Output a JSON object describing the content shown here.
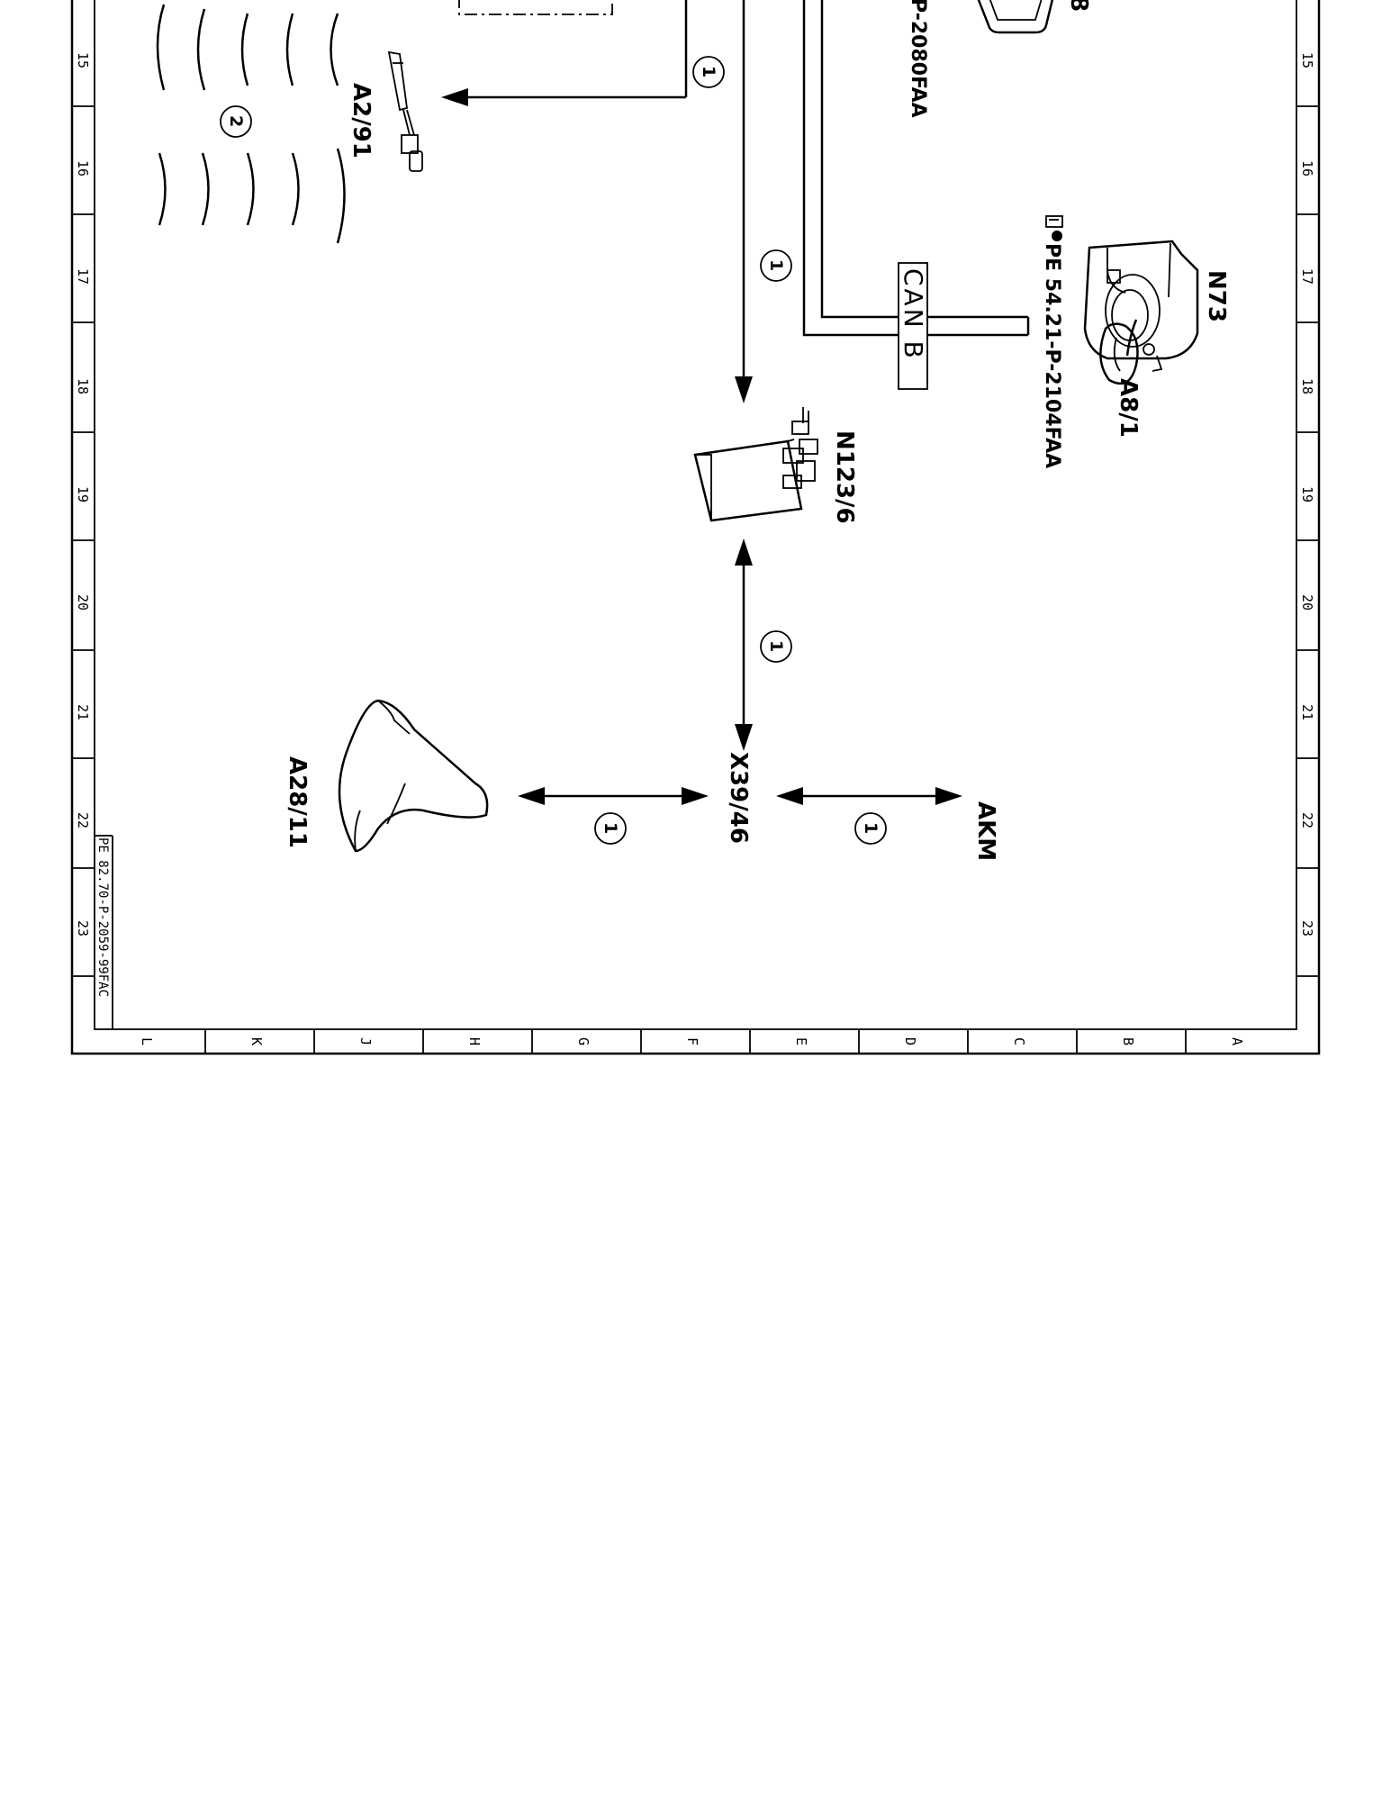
{
  "frame": {
    "row_numbers": [
      "15",
      "16",
      "17",
      "18",
      "19",
      "20",
      "21",
      "22",
      "23"
    ],
    "column_letters": [
      "L",
      "K",
      "J",
      "H",
      "G",
      "F",
      "E",
      "D",
      "C",
      "B",
      "A"
    ],
    "drawing_number": "PE 82.70-P-2059-99FAC"
  },
  "components": {
    "a2_91": "A2/91",
    "n73": "N73",
    "a8_1": "A8/1",
    "n123_6": "N123/6",
    "a28_11": "A28/11",
    "x39_46": "X39/46",
    "akm": "AKM",
    "partial_8": "8"
  },
  "references": {
    "pe_2080": "P-2080FAA",
    "pe_2104": "PE 54.21-P-2104FAA"
  },
  "bus": {
    "label": "CAN B"
  },
  "markers": {
    "one": "1",
    "two": "2"
  }
}
